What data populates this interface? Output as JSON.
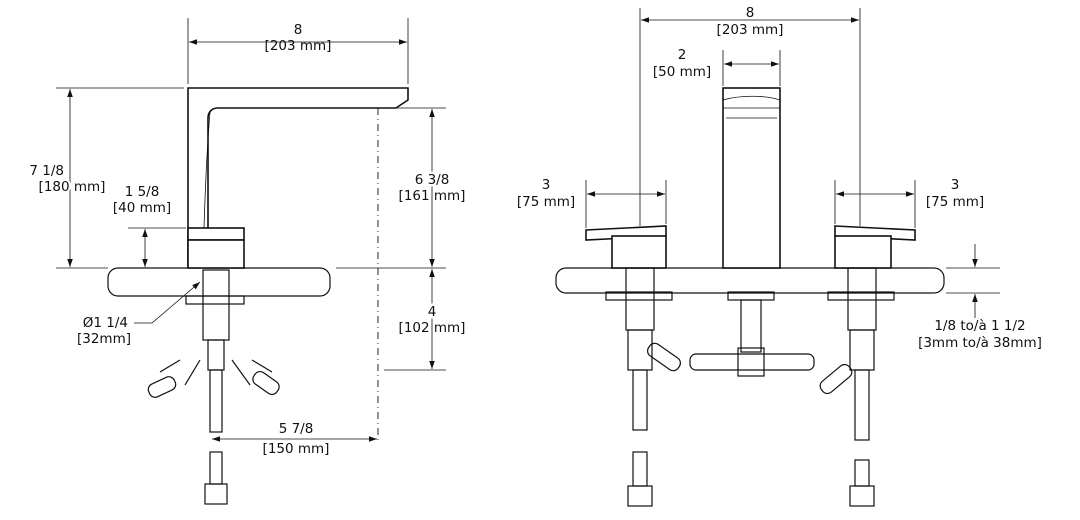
{
  "left_view": {
    "width": {
      "imperial": "8",
      "metric": "[203 mm]"
    },
    "total_height": {
      "imperial": "7 1/8",
      "metric": "[180 mm]"
    },
    "base_height": {
      "imperial": "1 5/8",
      "metric": "[40 mm]"
    },
    "spout_height": {
      "imperial": "6 3/8",
      "metric": "[161 mm]"
    },
    "below_deck": {
      "imperial": "4",
      "metric": "[102 mm]"
    },
    "shank_diameter": {
      "imperial": "Ø1 1/4",
      "metric": "[32mm]"
    },
    "supply_offset": {
      "imperial": "5 7/8",
      "metric": "[150 mm]"
    }
  },
  "right_view": {
    "center_spread": {
      "imperial": "8",
      "metric": "[203 mm]"
    },
    "spout_width": {
      "imperial": "2",
      "metric": "[50 mm]"
    },
    "left_handle": {
      "imperial": "3",
      "metric": "[75 mm]"
    },
    "right_handle": {
      "imperial": "3",
      "metric": "[75 mm]"
    },
    "deck_thickness": {
      "imperial": "1/8 to/à 1 1/2",
      "metric": "[3mm to/à 38mm]"
    }
  }
}
